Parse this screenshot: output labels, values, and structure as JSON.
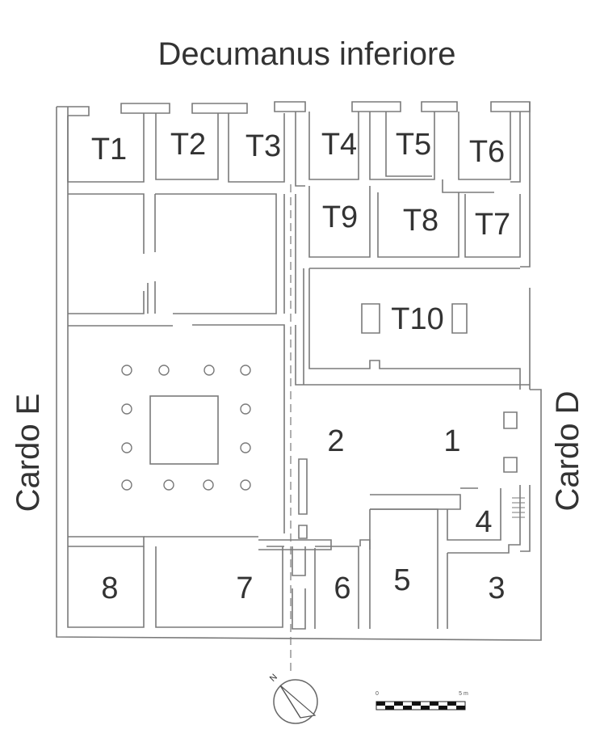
{
  "streets": {
    "north": "Decumanus inferiore",
    "west": "Cardo E",
    "east": "Cardo D"
  },
  "rooms": {
    "T1": "T1",
    "T2": "T2",
    "T3": "T3",
    "T4": "T4",
    "T5": "T5",
    "T6": "T6",
    "T7": "T7",
    "T8": "T8",
    "T9": "T9",
    "T10": "T10",
    "r1": "1",
    "r2": "2",
    "r3": "3",
    "r4": "4",
    "r5": "5",
    "r6": "6",
    "r7": "7",
    "r8": "8"
  },
  "compass": {
    "north": "N"
  },
  "scale": {
    "start": "0",
    "end": "5 m"
  },
  "colors": {
    "wall_stroke": "#7a7a7a",
    "text": "#333333"
  }
}
